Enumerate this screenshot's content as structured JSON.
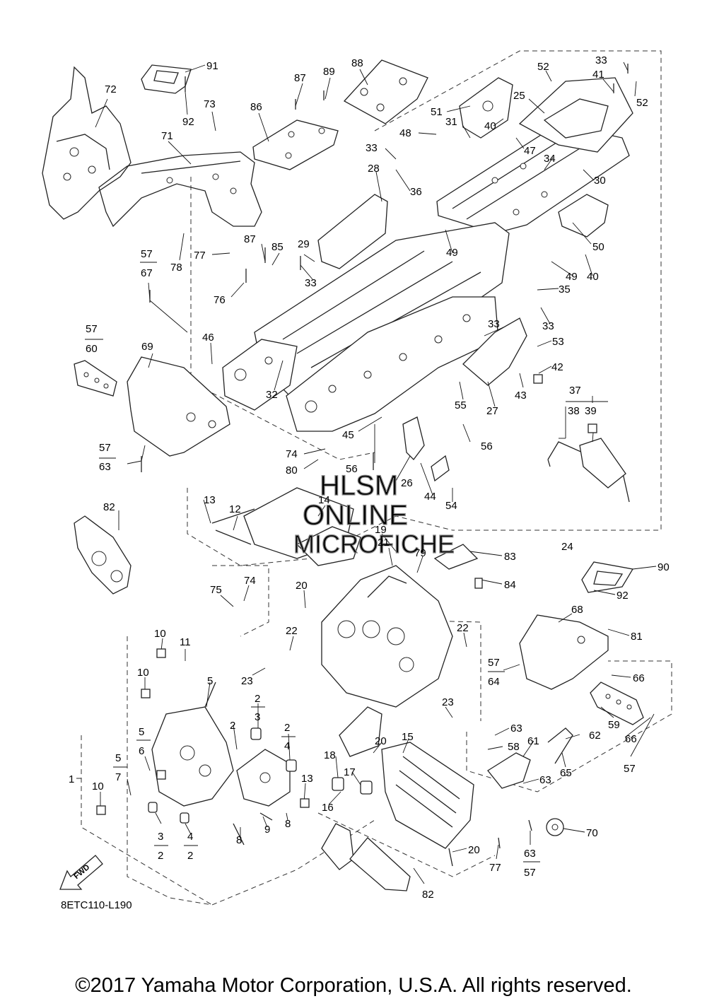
{
  "document": {
    "diagram_code": "8ETC110-L190",
    "copyright": "©2017 Yamaha Motor Corporation, U.S.A. All rights reserved.",
    "fwd_label": "FWD",
    "watermark": [
      "HLSM",
      "ONLINE",
      "MICROFICHE"
    ]
  },
  "callouts": [
    {
      "id": "c91",
      "text": "91"
    },
    {
      "id": "c92a",
      "text": "92"
    },
    {
      "id": "c72",
      "text": "72"
    },
    {
      "id": "c73",
      "text": "73"
    },
    {
      "id": "c71",
      "text": "71"
    },
    {
      "id": "c86",
      "text": "86"
    },
    {
      "id": "c87a",
      "text": "87"
    },
    {
      "id": "c89",
      "text": "89"
    },
    {
      "id": "c88",
      "text": "88"
    },
    {
      "id": "c33a",
      "text": "33"
    },
    {
      "id": "c41",
      "text": "41"
    },
    {
      "id": "c52a",
      "text": "52"
    },
    {
      "id": "c52b",
      "text": "52"
    },
    {
      "id": "c25",
      "text": "25"
    },
    {
      "id": "c51",
      "text": "51"
    },
    {
      "id": "c31",
      "text": "31"
    },
    {
      "id": "c40a",
      "text": "40"
    },
    {
      "id": "c48",
      "text": "48"
    },
    {
      "id": "c47",
      "text": "47"
    },
    {
      "id": "c33b",
      "text": "33"
    },
    {
      "id": "c34",
      "text": "34"
    },
    {
      "id": "c30",
      "text": "30"
    },
    {
      "id": "c28",
      "text": "28"
    },
    {
      "id": "c36",
      "text": "36"
    },
    {
      "id": "c50",
      "text": "50"
    },
    {
      "id": "c49a",
      "text": "49"
    },
    {
      "id": "c49b",
      "text": "49"
    },
    {
      "id": "c40b",
      "text": "40"
    },
    {
      "id": "c87b",
      "text": "87"
    },
    {
      "id": "c85",
      "text": "85"
    },
    {
      "id": "c29",
      "text": "29"
    },
    {
      "id": "c33c",
      "text": "33"
    },
    {
      "id": "c77a",
      "text": "77"
    },
    {
      "id": "c78",
      "text": "78"
    },
    {
      "id": "c57a",
      "text": "57"
    },
    {
      "id": "c67",
      "text": "67"
    },
    {
      "id": "c76",
      "text": "76"
    },
    {
      "id": "c35",
      "text": "35"
    },
    {
      "id": "c33d",
      "text": "33"
    },
    {
      "id": "c33e",
      "text": "33"
    },
    {
      "id": "c53",
      "text": "53"
    },
    {
      "id": "c57b",
      "text": "57"
    },
    {
      "id": "c60",
      "text": "60"
    },
    {
      "id": "c69",
      "text": "69"
    },
    {
      "id": "c46",
      "text": "46"
    },
    {
      "id": "c32",
      "text": "32"
    },
    {
      "id": "c42",
      "text": "42"
    },
    {
      "id": "c43",
      "text": "43"
    },
    {
      "id": "c27",
      "text": "27"
    },
    {
      "id": "c55",
      "text": "55"
    },
    {
      "id": "c37",
      "text": "37"
    },
    {
      "id": "c38",
      "text": "38"
    },
    {
      "id": "c39",
      "text": "39"
    },
    {
      "id": "c45",
      "text": "45"
    },
    {
      "id": "c56a",
      "text": "56"
    },
    {
      "id": "c57c",
      "text": "57"
    },
    {
      "id": "c63a",
      "text": "63"
    },
    {
      "id": "c74a",
      "text": "74"
    },
    {
      "id": "c80",
      "text": "80"
    },
    {
      "id": "c56b",
      "text": "56"
    },
    {
      "id": "c26",
      "text": "26"
    },
    {
      "id": "c44",
      "text": "44"
    },
    {
      "id": "c54",
      "text": "54"
    },
    {
      "id": "c13a",
      "text": "13"
    },
    {
      "id": "c12",
      "text": "12"
    },
    {
      "id": "c14",
      "text": "14"
    },
    {
      "id": "c82a",
      "text": "82"
    },
    {
      "id": "c19",
      "text": "19"
    },
    {
      "id": "c21",
      "text": "21"
    },
    {
      "id": "c83",
      "text": "83"
    },
    {
      "id": "c79",
      "text": "79"
    },
    {
      "id": "c84",
      "text": "84"
    },
    {
      "id": "c24",
      "text": "24"
    },
    {
      "id": "c90",
      "text": "90"
    },
    {
      "id": "c92b",
      "text": "92"
    },
    {
      "id": "c75",
      "text": "75"
    },
    {
      "id": "c74b",
      "text": "74"
    },
    {
      "id": "c20a",
      "text": "20"
    },
    {
      "id": "c68",
      "text": "68"
    },
    {
      "id": "c81",
      "text": "81"
    },
    {
      "id": "c10a",
      "text": "10"
    },
    {
      "id": "c11",
      "text": "11"
    },
    {
      "id": "c22a",
      "text": "22"
    },
    {
      "id": "c22b",
      "text": "22"
    },
    {
      "id": "c57d",
      "text": "57"
    },
    {
      "id": "c64",
      "text": "64"
    },
    {
      "id": "c66a",
      "text": "66"
    },
    {
      "id": "c10b",
      "text": "10"
    },
    {
      "id": "c5a",
      "text": "5"
    },
    {
      "id": "c23a",
      "text": "23"
    },
    {
      "id": "c2a",
      "text": "2"
    },
    {
      "id": "c3a",
      "text": "3"
    },
    {
      "id": "c23b",
      "text": "23"
    },
    {
      "id": "c59",
      "text": "59"
    },
    {
      "id": "c2b",
      "text": "2"
    },
    {
      "id": "c4a",
      "text": "4"
    },
    {
      "id": "c2c",
      "text": "2"
    },
    {
      "id": "c63b",
      "text": "63"
    },
    {
      "id": "c58",
      "text": "58"
    },
    {
      "id": "c62",
      "text": "62"
    },
    {
      "id": "c66b",
      "text": "66"
    },
    {
      "id": "c61",
      "text": "61"
    },
    {
      "id": "c5b",
      "text": "5"
    },
    {
      "id": "c6",
      "text": "6"
    },
    {
      "id": "c20b",
      "text": "20"
    },
    {
      "id": "c15",
      "text": "15"
    },
    {
      "id": "c18",
      "text": "18"
    },
    {
      "id": "c65",
      "text": "65"
    },
    {
      "id": "c57e",
      "text": "57"
    },
    {
      "id": "c5c",
      "text": "5"
    },
    {
      "id": "c7",
      "text": "7"
    },
    {
      "id": "c1",
      "text": "1"
    },
    {
      "id": "c17",
      "text": "17"
    },
    {
      "id": "c13b",
      "text": "13"
    },
    {
      "id": "c63c",
      "text": "63"
    },
    {
      "id": "c10c",
      "text": "10"
    },
    {
      "id": "c16",
      "text": "16"
    },
    {
      "id": "c70",
      "text": "70"
    },
    {
      "id": "c3b",
      "text": "3"
    },
    {
      "id": "c2d",
      "text": "2"
    },
    {
      "id": "c4b",
      "text": "4"
    },
    {
      "id": "c2e",
      "text": "2"
    },
    {
      "id": "c9",
      "text": "9"
    },
    {
      "id": "c8a",
      "text": "8"
    },
    {
      "id": "c8b",
      "text": "8"
    },
    {
      "id": "c20c",
      "text": "20"
    },
    {
      "id": "c77b",
      "text": "77"
    },
    {
      "id": "c63d",
      "text": "63"
    },
    {
      "id": "c57f",
      "text": "57"
    },
    {
      "id": "c82b",
      "text": "82"
    }
  ]
}
